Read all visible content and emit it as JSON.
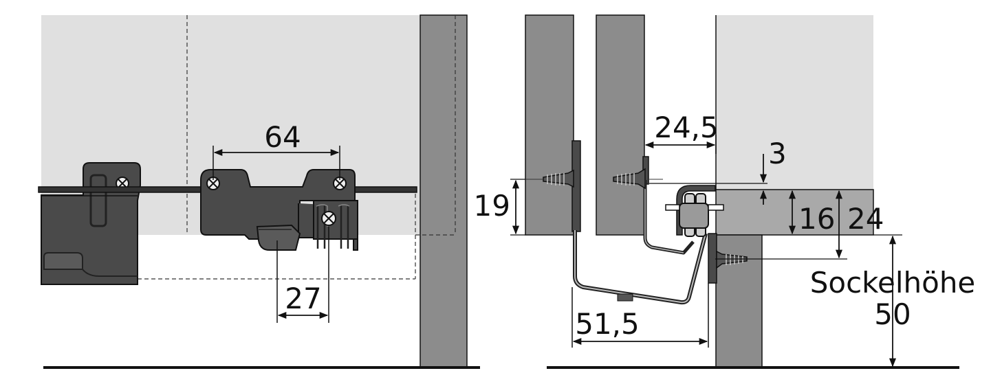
{
  "dimensions": {
    "d64": "64",
    "d27": "27",
    "d24_5": "24,5",
    "d3": "3",
    "d19": "19",
    "d16": "16",
    "d24": "24",
    "d51_5": "51,5",
    "plinth_label": "Sockelhöhe",
    "plinth_value": "50"
  },
  "colors": {
    "panel_light": "#e0e0e0",
    "panel_dark": "#8c8c8c",
    "panel_mid": "#a9a9a9",
    "hardware": "#4a4a4a",
    "line": "#111111"
  }
}
